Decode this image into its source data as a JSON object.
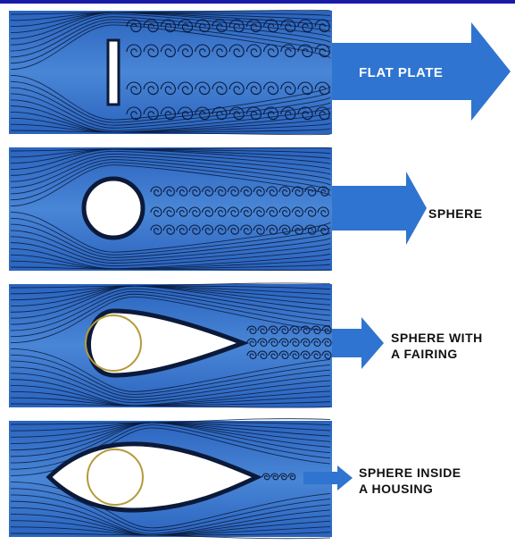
{
  "labels": {
    "flat_plate": "FLAT PLATE",
    "sphere": "SPHERE",
    "fairing_line1": "SPHERE WITH",
    "fairing_line2": "A FAIRING",
    "housing_line1": "SPHERE INSIDE",
    "housing_line2": "A HOUSING"
  },
  "colors": {
    "flow_blue": "#2d6fc8",
    "flow_light": "#8fb6ea",
    "wake_blue": "#3b7fd6",
    "arrow_blue": "#2f74d0",
    "streamline": "#0b1a3a",
    "body_fill": "#ffffff",
    "sphere_outline": "#b59a3a",
    "top_border": "#1a1aa8"
  }
}
